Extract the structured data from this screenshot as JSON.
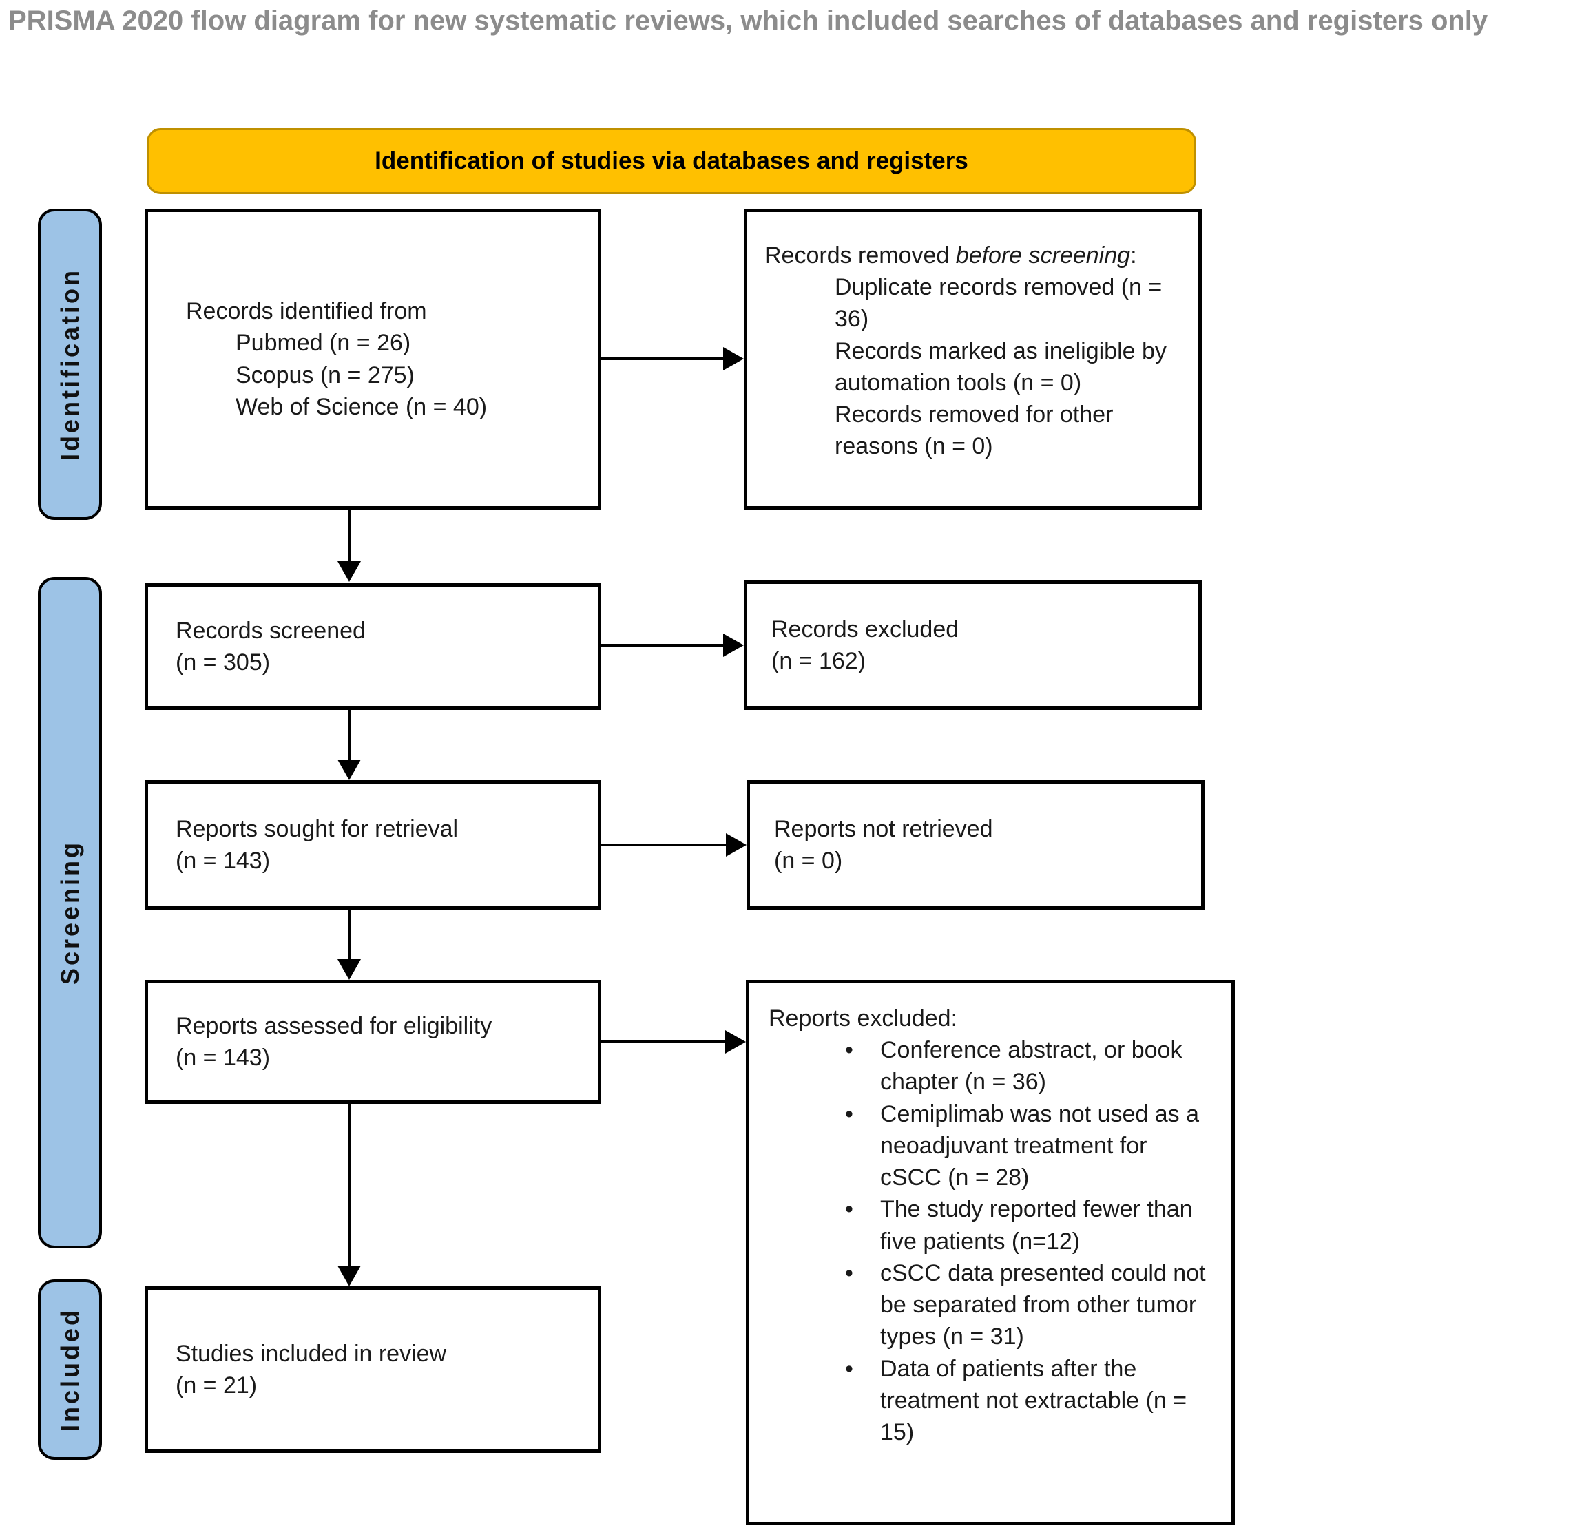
{
  "title": "PRISMA 2020 flow diagram for new systematic reviews, which included searches of databases and registers only",
  "banner": {
    "label": "Identification of studies via databases and registers"
  },
  "stages": {
    "identification": "Identification",
    "screening": "Screening",
    "included": "Included"
  },
  "boxes": {
    "records_identified": {
      "intro": "Records identified from",
      "sources": [
        "Pubmed (n = 26)",
        "Scopus (n = 275)",
        "Web of Science (n = 40)"
      ]
    },
    "records_removed": {
      "prefix": "Records removed ",
      "italic": "before screening",
      "suffix": ":",
      "items": [
        "Duplicate records removed (n = 36)",
        "Records marked as ineligible by automation tools (n = 0)",
        "Records removed for other reasons (n = 0)"
      ]
    },
    "records_screened": {
      "line1": "Records screened",
      "line2": "(n = 305)"
    },
    "records_excluded": {
      "line1": "Records excluded",
      "line2": "(n = 162)"
    },
    "reports_sought": {
      "line1": "Reports sought for retrieval",
      "line2": "(n = 143)"
    },
    "reports_not_retrieved": {
      "line1": "Reports not retrieved",
      "line2": "(n = 0)"
    },
    "reports_assessed": {
      "line1": "Reports assessed for eligibility",
      "line2": "(n = 143)"
    },
    "reports_excluded": {
      "heading": "Reports excluded:",
      "bullet": "•",
      "items": [
        "Conference abstract, or book chapter (n = 36)",
        "Cemiplimab was not used as a neoadjuvant treatment for cSCC (n = 28)",
        "The study reported fewer than five patients (n=12)",
        "cSCC data presented could not be separated from other tumor types (n = 31)",
        "Data of patients after the treatment not extractable (n = 15)"
      ]
    },
    "studies_included": {
      "line1": "Studies included in review",
      "line2": "(n = 21)"
    }
  },
  "colors": {
    "banner_bg": "#FFC000",
    "banner_border": "#BF9000",
    "stage_bg": "#9DC3E6",
    "box_border": "#000000",
    "title_text": "#8C8C8C"
  }
}
